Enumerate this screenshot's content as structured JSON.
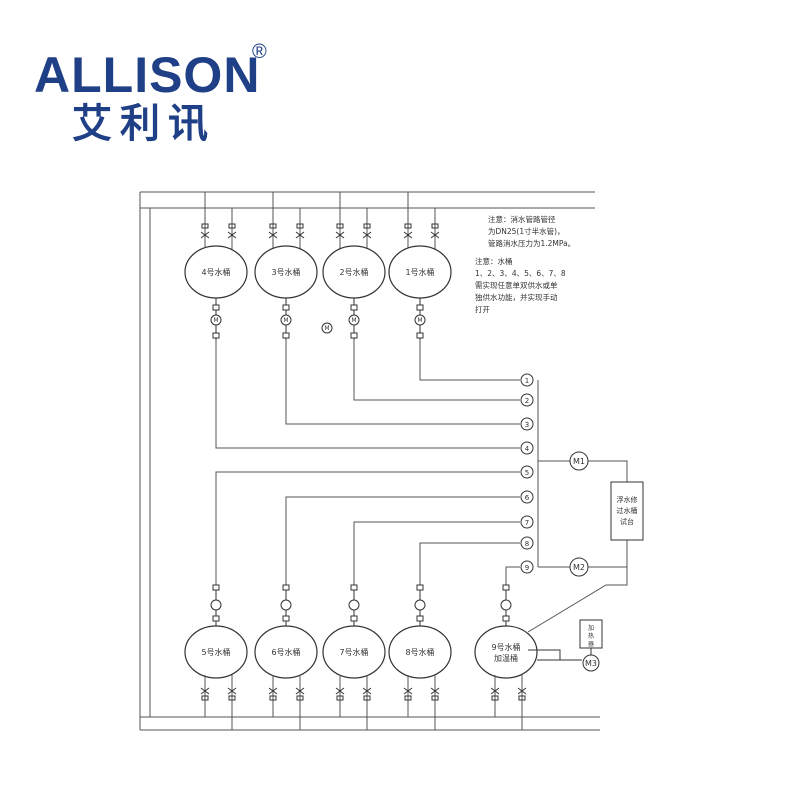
{
  "logo": {
    "brand": "ALLISON",
    "registered": "®",
    "chinese": "艾利讯"
  },
  "notes": {
    "note1": [
      "注意：消水管路管径",
      "为DN25(1寸半水管)，",
      "管路消水压力为1.2MPa。"
    ],
    "note2": [
      "注意：水桶",
      "1、2、3、4、5、6、7、8",
      "需实现任意单双供水或单",
      "独供水功能，并实现手动",
      "打开"
    ]
  },
  "tanks_top": [
    "4号水桶",
    "3号水桶",
    "2号水桶",
    "1号水桶"
  ],
  "tanks_bottom": [
    "5号水桶",
    "6号水桶",
    "7号水桶",
    "8号水桶"
  ],
  "tank9": [
    "9号水桶",
    "加温桶"
  ],
  "junctions": [
    "1",
    "2",
    "3",
    "4",
    "5",
    "6",
    "7",
    "8",
    "9"
  ],
  "motors": {
    "m_mid": "M",
    "m1": "M1",
    "m2": "M2",
    "m3": "M3"
  },
  "cabinet": [
    "浮水修",
    "过水桶",
    "试台"
  ],
  "small_box": [
    "加",
    "热",
    "器"
  ]
}
